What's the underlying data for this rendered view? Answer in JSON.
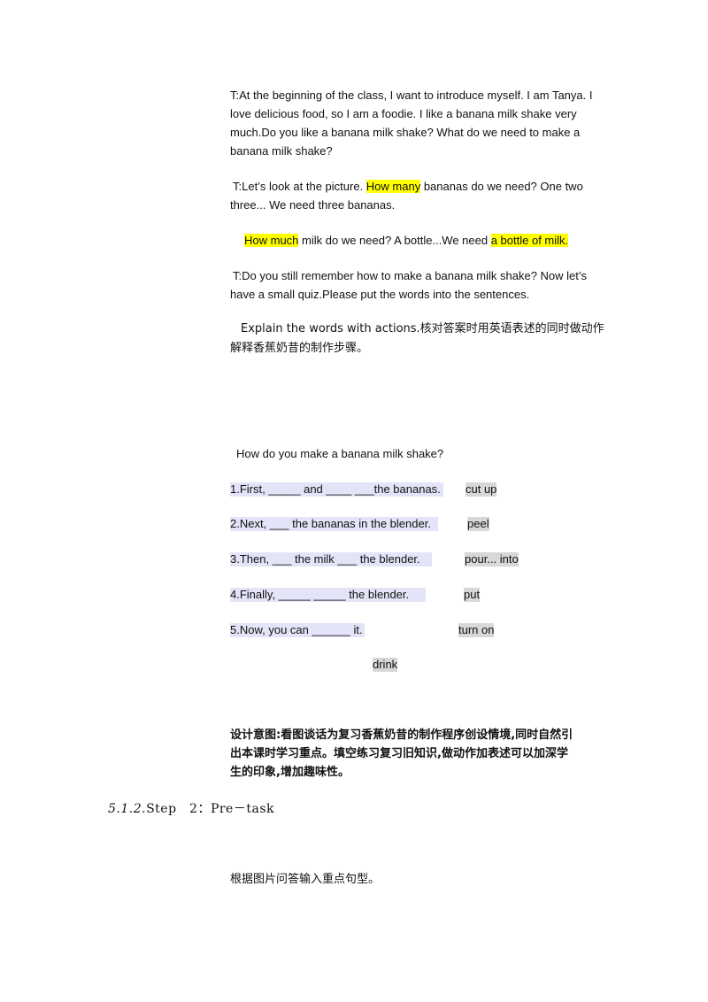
{
  "intro": {
    "line1": "T:At the beginning of the class, I want to introduce myself. I am Tanya. I",
    "line2": "love delicious food, so I am a foodie. I like a banana milk shake very",
    "line3": "much.Do you like a banana milk shake? What do we need to make a",
    "line4": "banana milk shake?"
  },
  "picture": {
    "prefix": "T:Let’s look at the picture. ",
    "highlight": "How many",
    "suffix": " bananas do we need? One two",
    "line2": "three... We need three bananas."
  },
  "milk": {
    "highlight1": "How much",
    "middle": " milk do we need? A bottle...We need ",
    "highlight2": "a bottle of milk."
  },
  "quiz_intro": {
    "line1": "T:Do you still remember how to make a banana milk shake? Now let’s",
    "line2": "have a small quiz.Please put the words into the sentences."
  },
  "explain": {
    "line1": "Explain the words with actions.核对答案时用英语表述的同时做动作",
    "line2": "解释香蕉奶昔的制作步骤。"
  },
  "exercise": {
    "question": "How do you make a banana milk shake?",
    "sentences": [
      "1.First, _____ and ____ ___the bananas.",
      "2.Next, ___ the bananas in the blender.",
      "3.Then, ___ the milk ___ the blender.",
      "4.Finally, _____ _____ the blender.",
      "5.Now, you can ______ it."
    ],
    "words": [
      "cut up",
      "peel",
      "pour... into",
      "put",
      "turn on",
      "drink"
    ]
  },
  "design": {
    "line1": "设计意图:看图谈话为复习香蕉奶昔的制作程序创设情境,同时自然引",
    "line2": "出本课时学习重点。填空练习复习旧知识,做动作加表述可以加深学",
    "line3": "生的印象,增加趣味性。"
  },
  "step_heading": {
    "number": "5.1.2.",
    "title": "Step　2：Pre－task"
  },
  "final_note": "根据图片问答输入重点句型。"
}
